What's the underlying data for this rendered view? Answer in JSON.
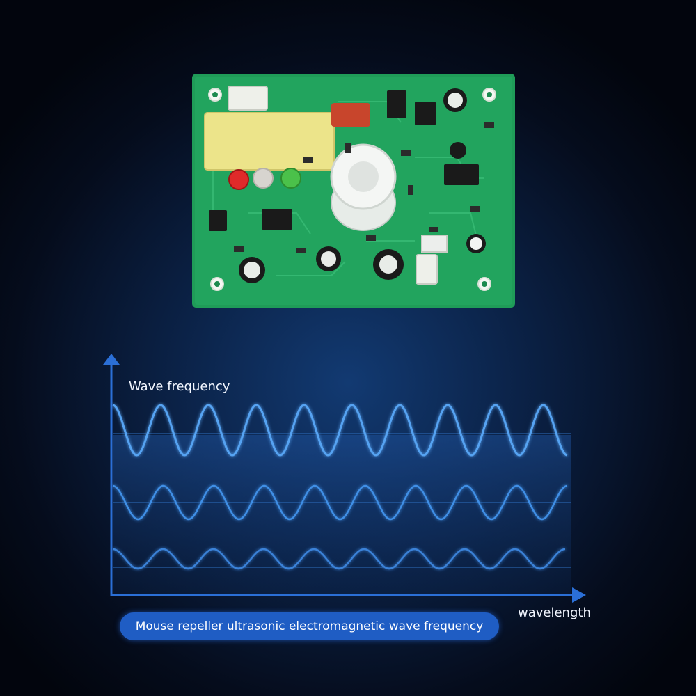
{
  "colors": {
    "pcb_green": "#1f9c58",
    "wave_blue": "#3f8fe6",
    "badge_blue": "#1f5dc4"
  },
  "labels": {
    "wave_frequency": "Wave frequency",
    "wavelength": "wavelength",
    "caption": "Mouse repeller ultrasonic electromagnetic wave frequency"
  },
  "graph": {
    "waves": [
      {
        "name": "wave-high",
        "cycles": 9.5,
        "amplitude": 1.0
      },
      {
        "name": "wave-medium",
        "cycles": 9,
        "amplitude": 0.65
      },
      {
        "name": "wave-low",
        "cycles": 9,
        "amplitude": 0.4
      }
    ]
  }
}
